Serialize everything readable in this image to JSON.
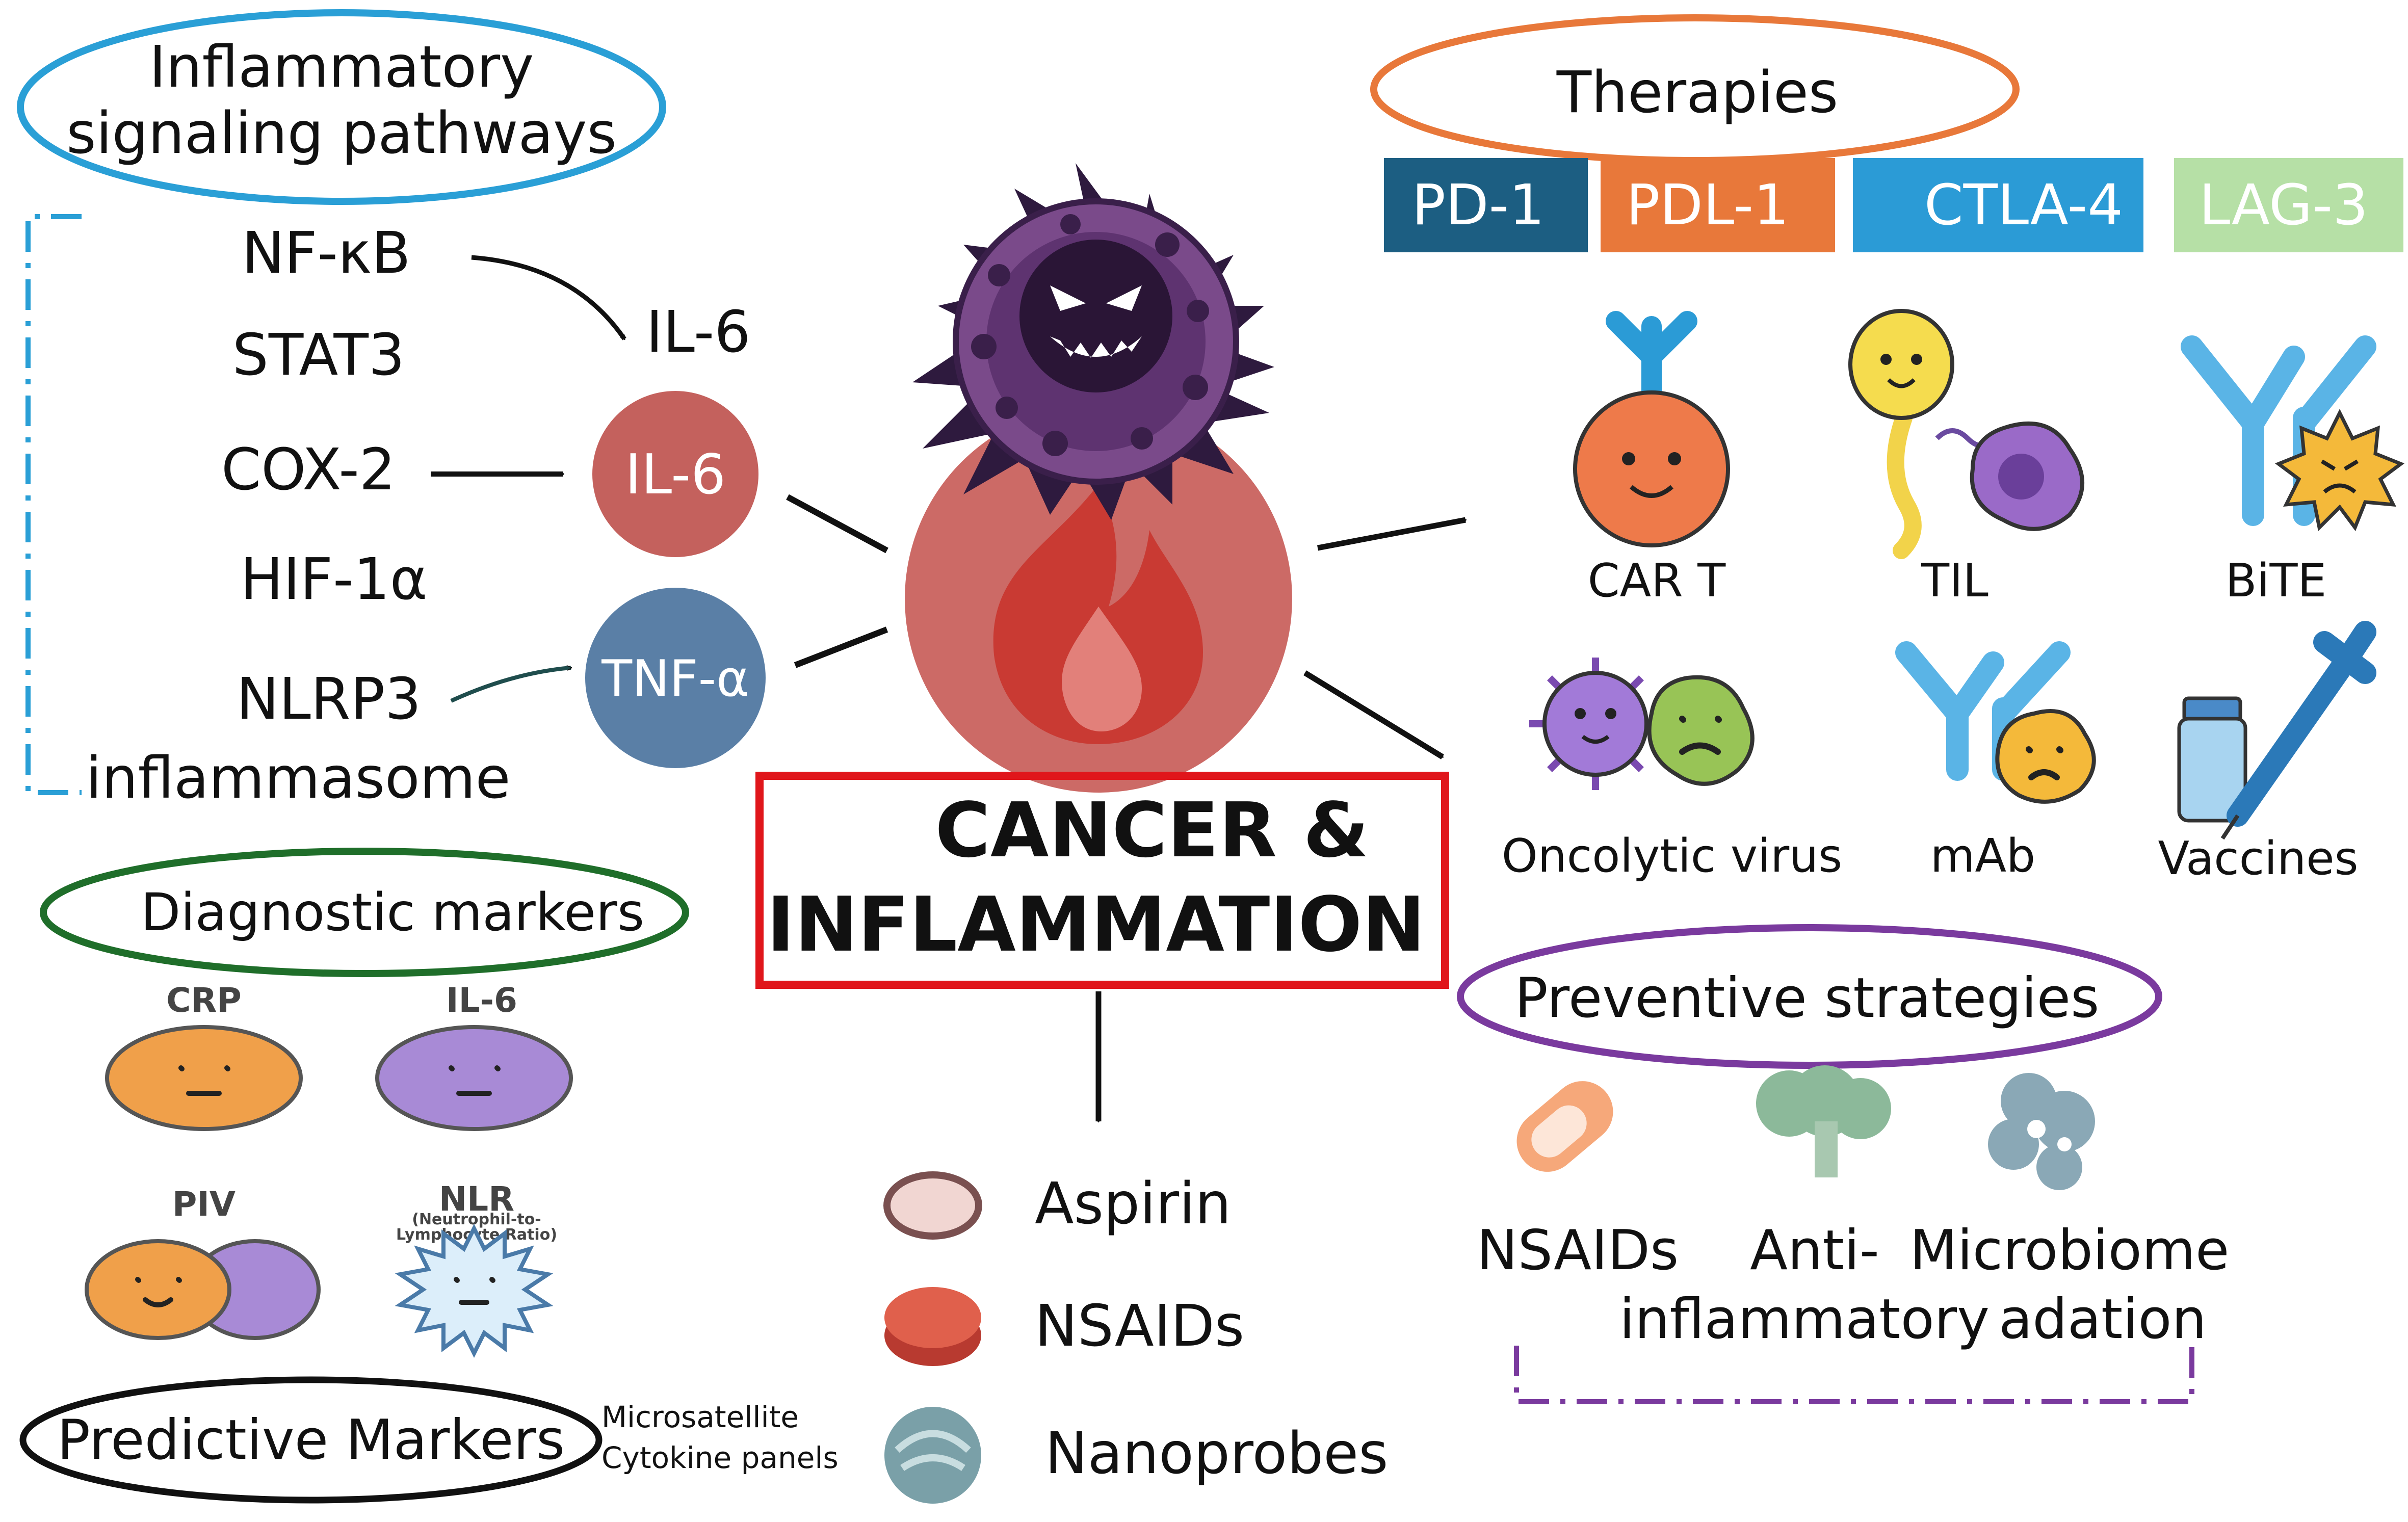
{
  "pathways": {
    "title_line1": "Inflammatory",
    "title_line2": "signaling pathways",
    "items": [
      "NF-κB",
      "STAT3",
      "COX-2",
      "HIF-1α",
      "NLRP3",
      "inflammasome"
    ],
    "il6_text": "IL-6",
    "il6_circle": "IL-6",
    "tnf_circle": "TNF-α"
  },
  "center": {
    "title_line1": "CANCER  &",
    "title_line2": "INFLAMMATION"
  },
  "therapies": {
    "title": "Therapies",
    "checkpoints": [
      {
        "label": "PD-1",
        "color": "#1c5e82"
      },
      {
        "label": "PDL-1",
        "color": "#e8783a"
      },
      {
        "label": "CTLA-4",
        "color": "#2b9bd6"
      },
      {
        "label": "LAG-3",
        "color": "#b6e0a6"
      }
    ],
    "items": [
      "CAR T",
      "TIL",
      "BiTE",
      "Oncolytic virus",
      "mAb",
      "Vaccines"
    ]
  },
  "diagnostic": {
    "title": "Diagnostic markers",
    "markers": [
      "CRP",
      "IL-6",
      "PIV",
      "NLR"
    ],
    "nlr_sub_line1": "(Neutrophil-to-",
    "nlr_sub_line2": "Lymphocyte Ratio)"
  },
  "predictive": {
    "title": "Predictive Markers",
    "line1": "Microsatellite",
    "line2": "Cytokine panels"
  },
  "treatments": [
    "Aspirin",
    "NSAIDs",
    "Nanoprobes"
  ],
  "preventive": {
    "title": "Preventive strategies",
    "col1": "NSAIDs",
    "col2_line1": "Anti-",
    "col2_line2": "inflammatory",
    "col3_line1": "Microbiome",
    "col3_line2": "adation"
  },
  "colors": {
    "pathways_oval": "#2a9fd6",
    "therapies_oval": "#e8783a",
    "diagnostic_oval": "#1f6e2a",
    "preventive_oval": "#7a3a9e",
    "center_box": "#e0161b",
    "inflammation_circle": "#cc6a66",
    "flame": "#c93a33",
    "il6_circle": "#c4615d",
    "tnf_circle": "#5a7fa6"
  }
}
